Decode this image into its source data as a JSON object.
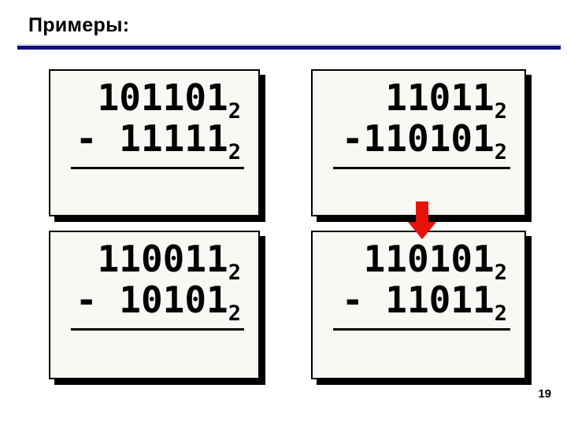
{
  "slide": {
    "title": "Примеры:",
    "page_number": "19"
  },
  "examples": [
    {
      "label": "example-top-left",
      "minuend": "101101",
      "subtrahend": "- 11111",
      "base_subscript": "2"
    },
    {
      "label": "example-top-right",
      "minuend": "11011",
      "subtrahend": "-110101",
      "base_subscript": "2"
    },
    {
      "label": "example-bottom-left",
      "minuend": "110011",
      "subtrahend": "- 10101",
      "base_subscript": "2"
    },
    {
      "label": "example-bottom-right",
      "minuend": "110101",
      "subtrahend": "- 11011",
      "base_subscript": "2"
    }
  ],
  "arrow": {
    "name": "red-down-arrow",
    "color": "#e8120c"
  },
  "colors": {
    "separator_line": "#0f0f78",
    "separator_light_line": "#c9c9e3",
    "card_background": "#f8f8f5",
    "card_border": "#000000",
    "card_shadow": "#000000",
    "text": "#000000"
  }
}
